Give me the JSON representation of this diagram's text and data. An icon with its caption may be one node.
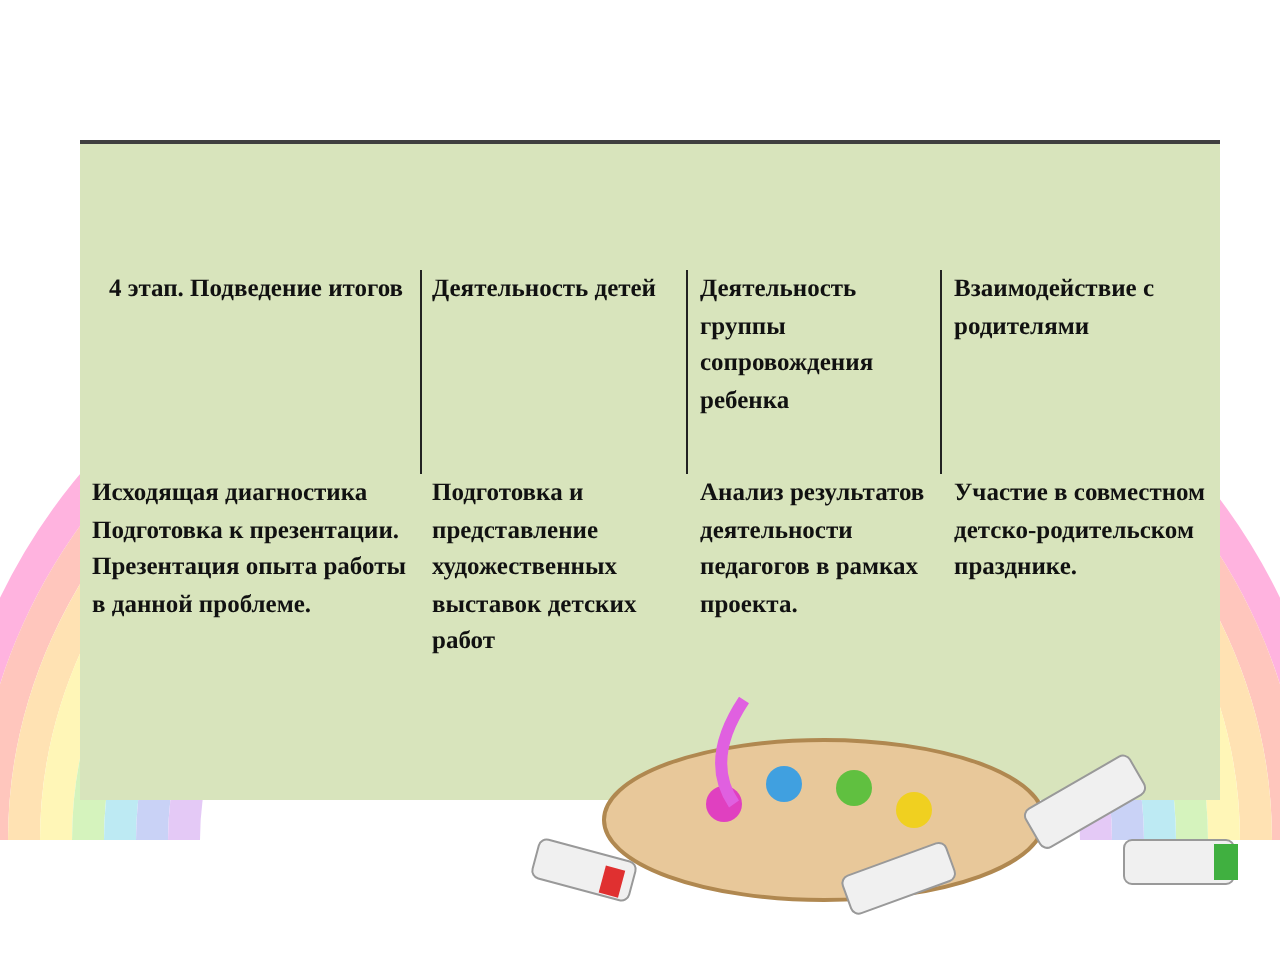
{
  "diagram": {
    "labels": [
      "4 этап. Подведение итогов",
      "Деятельность детей",
      "Деятельность группы сопровождения ребенка",
      "Взаимодействие с родителями",
      "Исходящая диагностика Подготовка к презентации. Презентация опыта работы в данной проблеме.",
      "Подготовка и представление художественных выставок детских работ",
      "Анализ результатов деятельности педагогов в рамках проекта.",
      "Участие в совместном детско-родительском празднике."
    ]
  }
}
